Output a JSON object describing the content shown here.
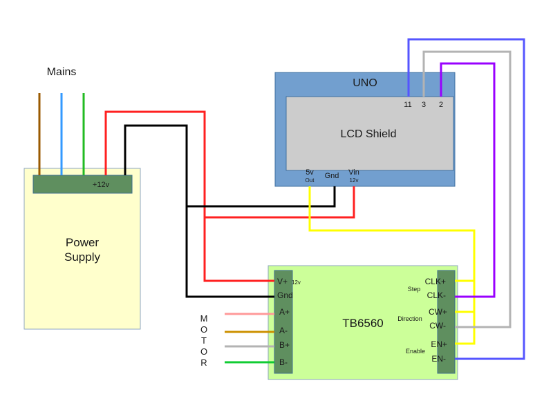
{
  "title_mains": "Mains",
  "colors": {
    "mains_live": "#9a5a00",
    "mains_neutral": "#3399ff",
    "mains_earth": "#22bb22",
    "power_red": "#ff2020",
    "ground_black": "#000000",
    "logic_yellow": "#ffff00",
    "pin11_blue": "#5555ff",
    "pin3_gray": "#b3b3b3",
    "pin2_purple": "#9900ff",
    "motor_a_plus": "#ff9999",
    "motor_a_minus": "#cc9000",
    "motor_b_plus": "#b3b3b3",
    "motor_b_minus": "#11cc33",
    "psu_fill": "#ffffcc",
    "terminal_fill": "#5f8f5f",
    "uno_fill": "#729fcf",
    "lcd_fill": "#cccccc",
    "driver_fill": "#ccff99"
  },
  "power_supply": {
    "label_line1": "Power",
    "label_line2": "Supply",
    "terminal_label": "+12v"
  },
  "uno": {
    "label": "UNO",
    "shield_label": "LCD Shield",
    "pins_top": [
      "11",
      "3",
      "2"
    ],
    "pin_5v_line1": "5v",
    "pin_5v_line2": "Out",
    "pin_gnd": "Gnd",
    "pin_vin_line1": "Vin",
    "pin_vin_line2": "12v"
  },
  "driver": {
    "label": "TB6560",
    "left_pins": [
      "V+",
      "Gnd",
      "A+",
      "A-",
      "B+",
      "B-"
    ],
    "vplus_note": "12v",
    "right_pins": [
      "CLK+",
      "CLK-",
      "CW+",
      "CW-",
      "EN+",
      "EN-"
    ],
    "groups": [
      "Step",
      "Direction",
      "Enable"
    ]
  },
  "motor_letters": [
    "M",
    "O",
    "T",
    "O",
    "R"
  ]
}
